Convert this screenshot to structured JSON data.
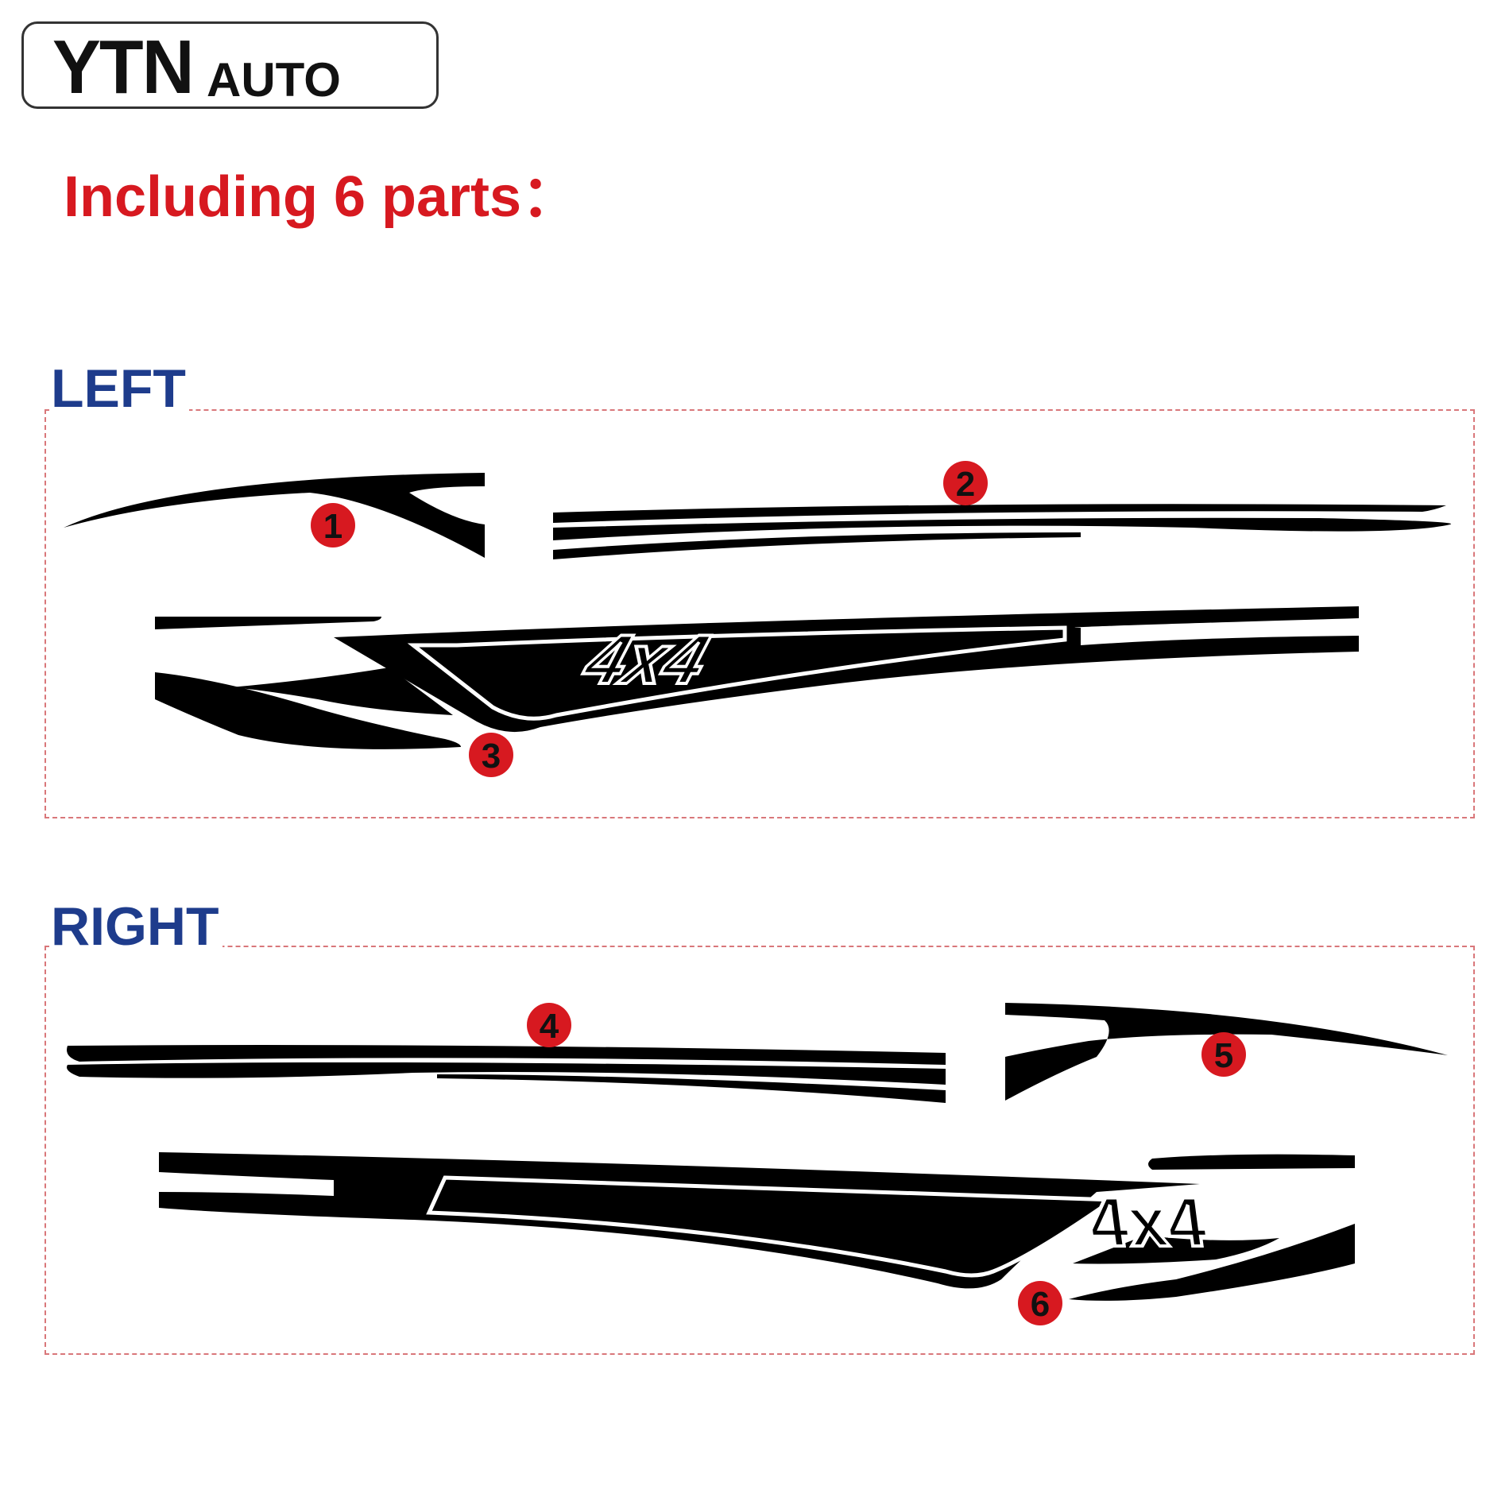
{
  "logo": {
    "main": "YTN",
    "sub": "AUTO"
  },
  "heading": "Including 6 parts：",
  "sections": [
    {
      "label": "LEFT"
    },
    {
      "label": "RIGHT"
    }
  ],
  "parts": [
    "1",
    "2",
    "3",
    "4",
    "5",
    "6"
  ],
  "graphic_text": "4x4",
  "colors": {
    "heading": "#d71920",
    "label": "#1e3c8c",
    "badge": "#d71920",
    "decal": "#000000",
    "dash": "#d9777a"
  }
}
